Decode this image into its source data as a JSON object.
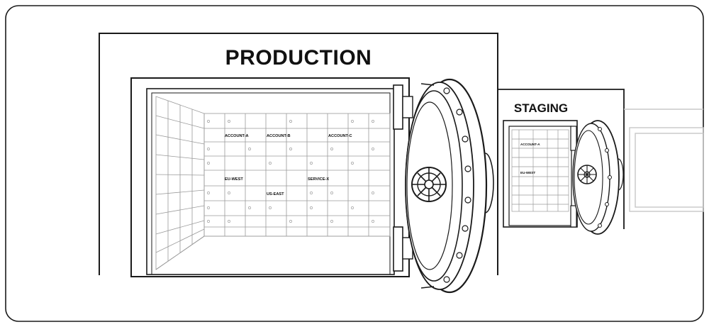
{
  "vaults": [
    {
      "id": "production",
      "title": "PRODUCTION",
      "box_labels": [
        "ACCOUNT-A",
        "ACCOUNT-B",
        "ACCOUNT-C",
        "EU-WEST",
        "SERVICE-X",
        "US-EAST"
      ]
    },
    {
      "id": "staging",
      "title": "STAGING",
      "box_labels": [
        "ACCOUNT-A",
        "EU-WEST"
      ]
    }
  ]
}
